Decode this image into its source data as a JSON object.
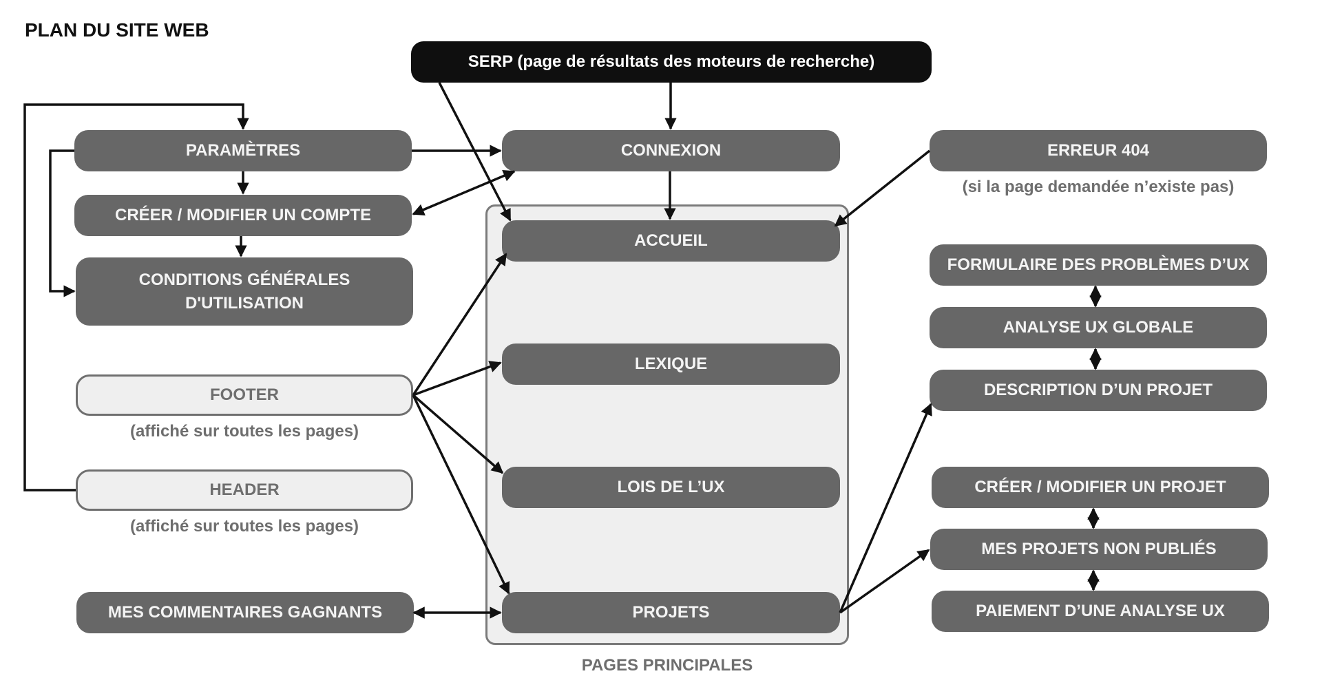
{
  "diagram": {
    "title": "PLAN DU SITE WEB",
    "group_label": "PAGES PRINCIPALES",
    "nodes": {
      "serp": "SERP (page de résultats des moteurs de recherche)",
      "parametres": "PARAMÈTRES",
      "creer_compte": "CRÉER / MODIFIER UN COMPTE",
      "conditions": "CONDITIONS GÉNÉRALES\nD'UTILISATION",
      "footer": "FOOTER",
      "header": "HEADER",
      "commentaires": "MES COMMENTAIRES GAGNANTS",
      "connexion": "CONNEXION",
      "accueil": "ACCUEIL",
      "lexique": "LEXIQUE",
      "lois": "LOIS DE L’UX",
      "projets": "PROJETS",
      "erreur": "ERREUR 404",
      "formulaire": "FORMULAIRE DES PROBLÈMES D’UX",
      "analyse": "ANALYSE UX GLOBALE",
      "description": "DESCRIPTION D’UN PROJET",
      "creer_projet": "CRÉER / MODIFIER UN PROJET",
      "non_publies": "MES PROJETS NON PUBLIÉS",
      "paiement": "PAIEMENT D’UNE ANALYSE UX"
    },
    "captions": {
      "erreur": "(si la page demandée n’existe pas)",
      "footer": "(affiché sur toutes les pages)",
      "header": "(affiché sur toutes les pages)"
    }
  }
}
